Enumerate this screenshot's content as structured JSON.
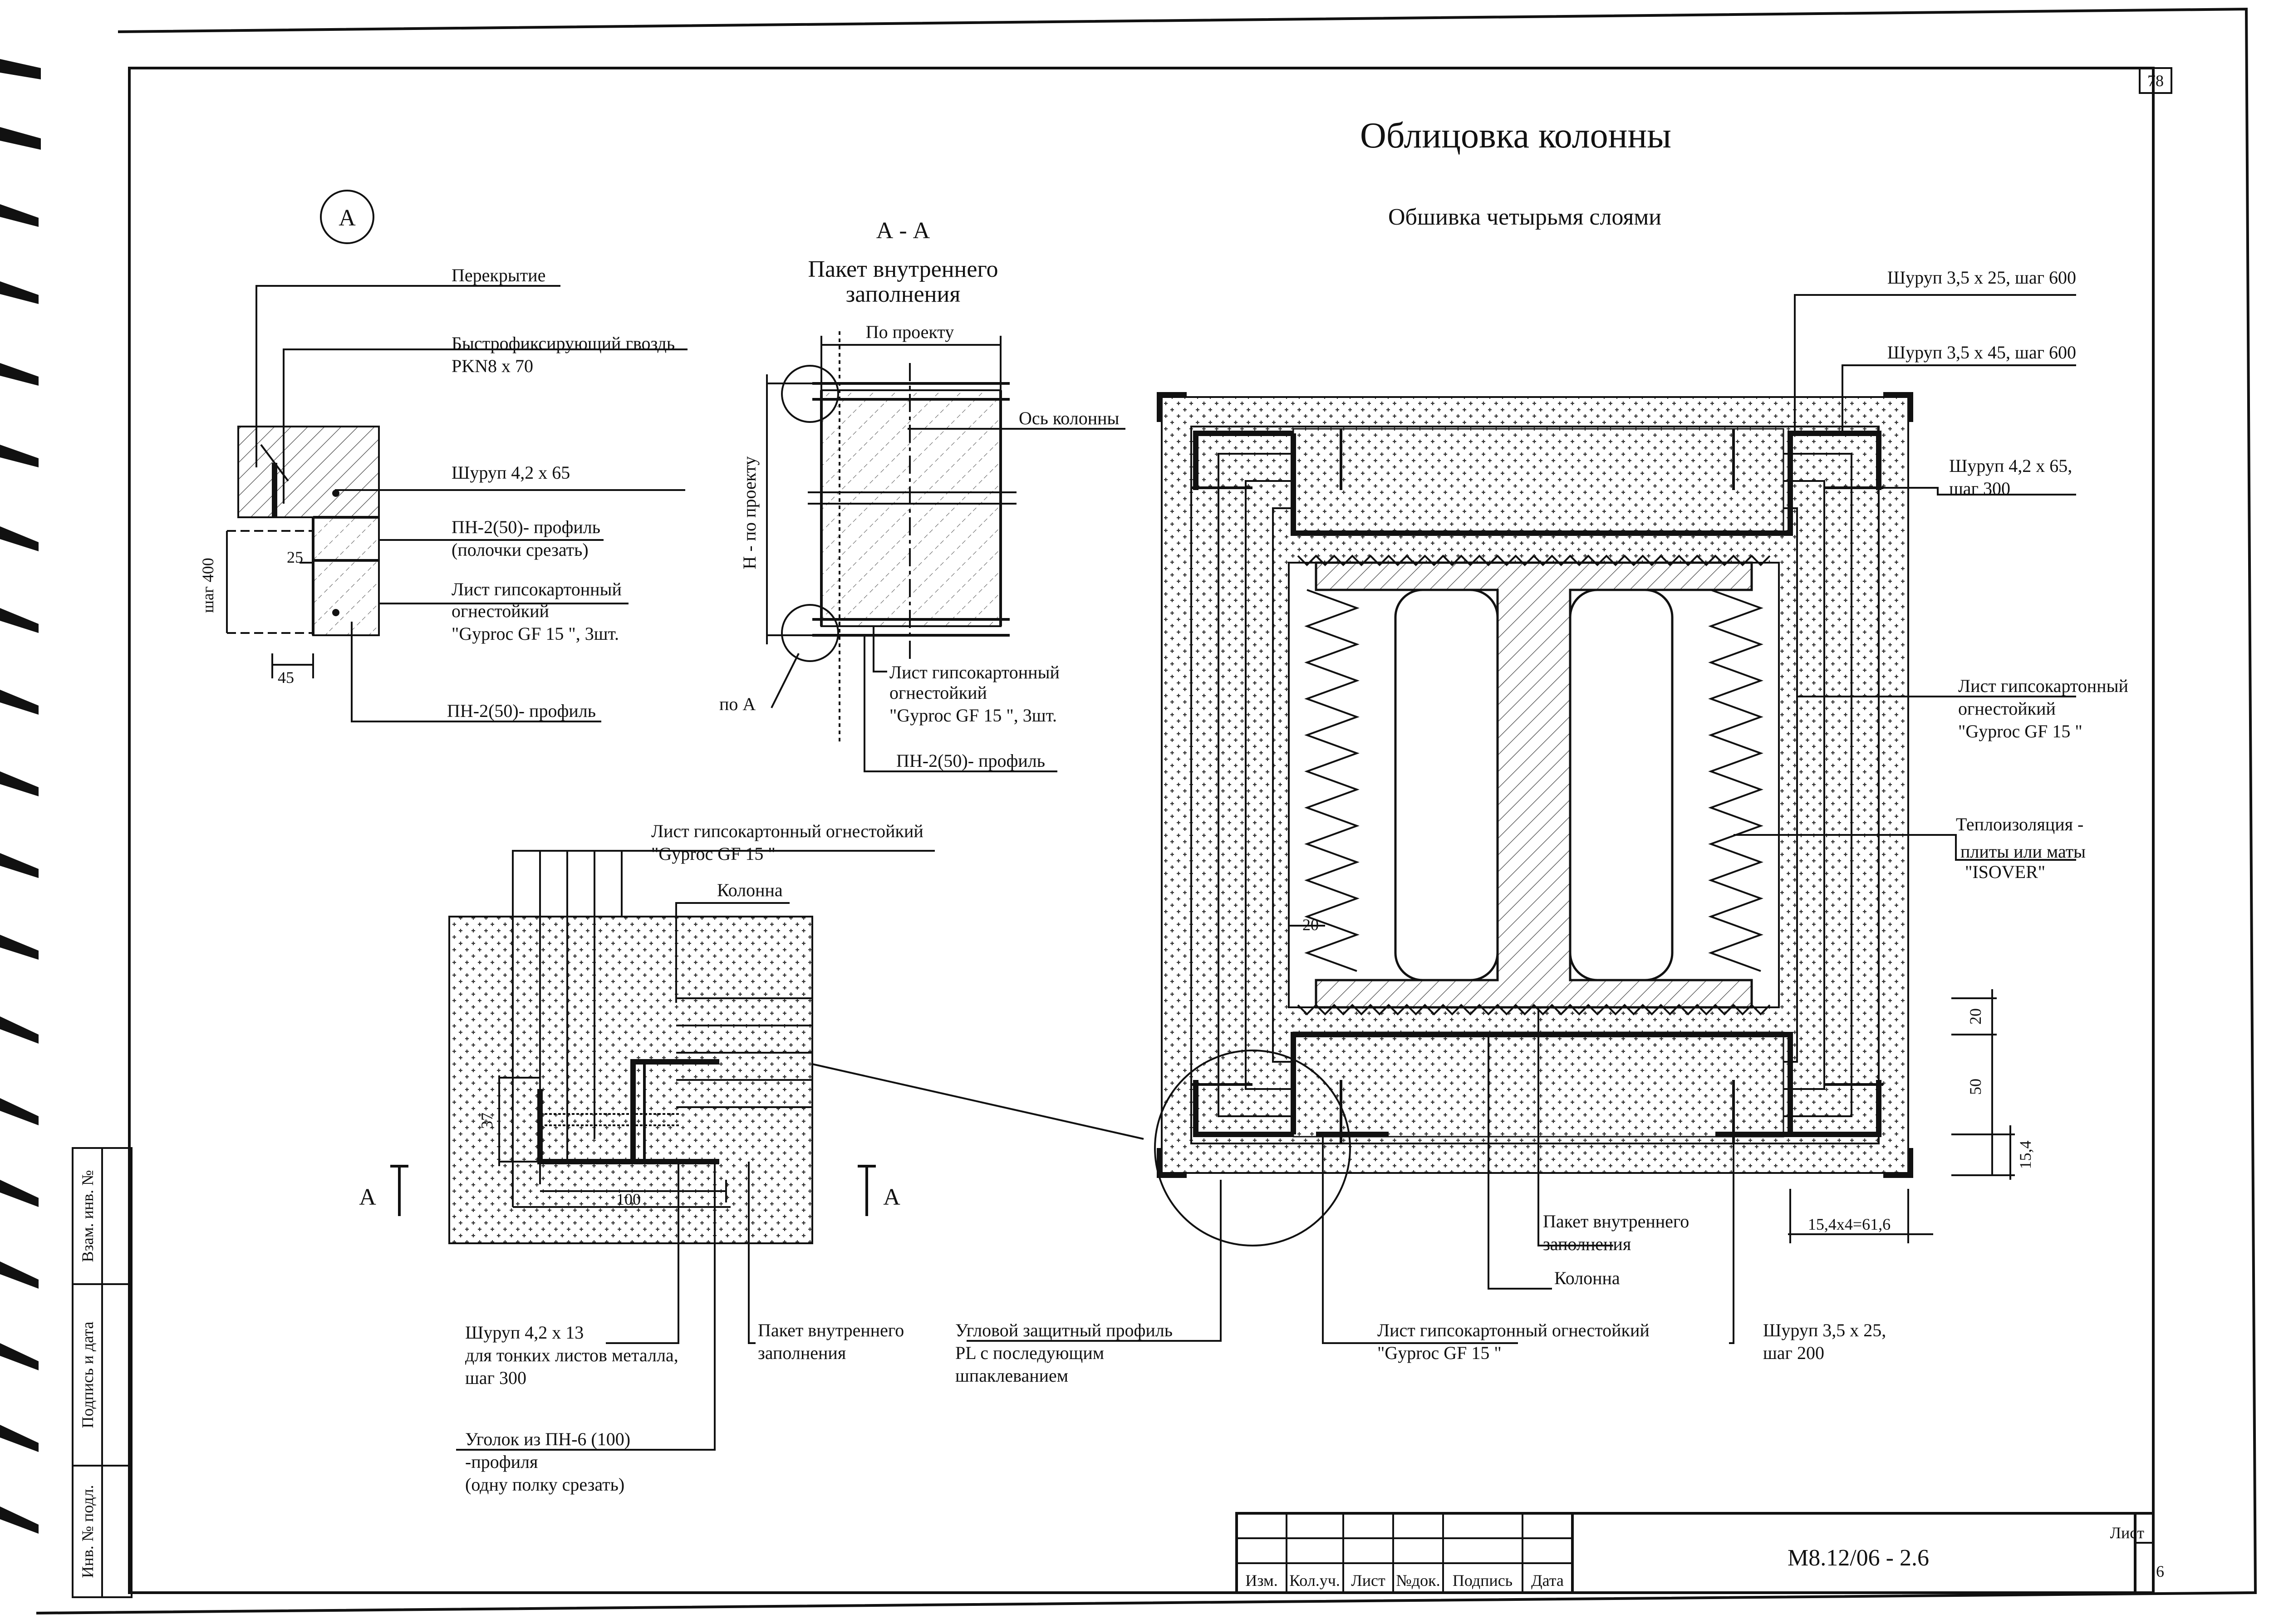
{
  "sheet": {
    "page_number": "78",
    "title": "Облицовка колонны",
    "subtitle": "Обшивка четырьмя слоями"
  },
  "detail_a": {
    "marker": "A",
    "labels": {
      "slab": "Перекрытие",
      "nail_1": "Быстрофиксирующий гвоздь",
      "nail_2": "PKN8 x 70",
      "screw": "Шуруп 4,2 x 65",
      "profile_1": "ПН-2(50)- профиль",
      "profile_2": "(полочки срезать)",
      "sheet_1": "Лист гипсокартонный",
      "sheet_2": "огнестойкий",
      "sheet_3": "\"Gyproc GF 15 \", 3шт.",
      "profile_bottom": "ПН-2(50)- профиль"
    },
    "dims": {
      "step": "шаг 400",
      "d25": "25",
      "d45": "45"
    }
  },
  "section_aa": {
    "title": "А - А",
    "subtitle_1": "Пакет внутреннего",
    "subtitle_2": "заполнения",
    "labels": {
      "by_project": "По проекту",
      "column_axis": "Ось колонны",
      "height": "H - по проекту",
      "sheet_1": "Лист гипсокартонный",
      "sheet_2": "огнестойкий",
      "sheet_3": "\"Gyproc GF 15 \", 3шт.",
      "profile": "ПН-2(50)- профиль",
      "view_a": "по А"
    }
  },
  "corner_detail": {
    "labels": {
      "sheet_1": "Лист гипсокартонный огнестойкий",
      "sheet_2": "\"Gyproc GF 15 \"",
      "column": "Колонна",
      "screw_1": "Шуруп  4,2 x 13",
      "screw_2": "для тонких листов металла,",
      "screw_3": "шаг 300",
      "angle_1": "Уголок из ПН-6 (100)",
      "angle_2": "-профиля",
      "angle_3": "(одну полку срезать)",
      "pack_1": "Пакет внутреннего",
      "pack_2": "заполнения"
    },
    "dims": {
      "d37": "37",
      "d100": "100"
    },
    "cut_marks": [
      "A",
      "A"
    ]
  },
  "main_section": {
    "labels": {
      "screw_top_1": "Шуруп 3,5 x 25, шаг 600",
      "screw_top_2": "Шуруп 3,5 x 45, шаг 600",
      "screw_right_1": "Шуруп 4,2 x 65,",
      "screw_right_2": "шаг 300",
      "sheet_1": "Лист гипсокартонный",
      "sheet_2": "огнестойкий",
      "sheet_3": "\"Gyproc GF 15 \"",
      "insul_1": "Теплоизоляция -",
      "insul_2": "плиты или маты",
      "insul_3": "\"ISOVER\"",
      "pack_1": "Пакет внутреннего",
      "pack_2": "заполнения",
      "column": "Колонна",
      "corner_1": "Угловой защитный профиль",
      "corner_2": "PL с последующим",
      "corner_3": "шпаклеванием",
      "bsheet_1": "Лист гипсокартонный огнестойкий",
      "bsheet_2": "\"Gyproc GF 15 \"",
      "bscrew_1": "Шуруп 3,5 x 25,",
      "bscrew_2": "шаг 200"
    },
    "dims": {
      "d20a": "20",
      "d20b": "20",
      "d50": "50",
      "d154": "15,4",
      "total": "15,4x4=61,6"
    }
  },
  "side_stamp": {
    "c1": "Взам. инв. №",
    "c2": "Подпись и дата",
    "c3": "Инв. № подл."
  },
  "title_block": {
    "columns": [
      "Изм.",
      "Кол.уч.",
      "Лист",
      "№док.",
      "Подпись",
      "Дата"
    ],
    "code": "М8.12/06 - 2.6",
    "sheet_label": "Лист",
    "sheet_no": "6"
  }
}
